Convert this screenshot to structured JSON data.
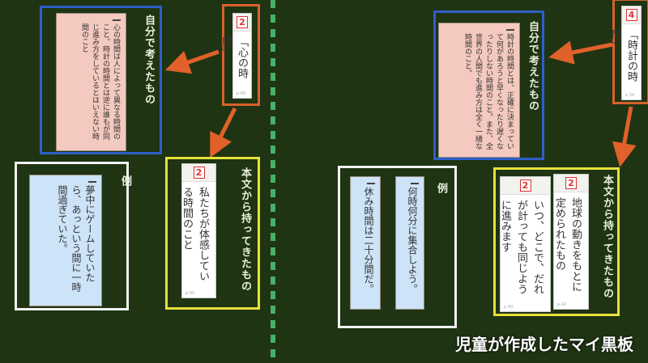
{
  "left": {
    "heading_card": {
      "number": "2",
      "title": "「心の時間」",
      "page": "p.40"
    },
    "own_thoughts": {
      "label": "自分で考えたもの",
      "text": "心の時間は人によって異なる時間のこと。時計の時間とは逆に誰もが同じ進み方をしているとはいえない時間のこと"
    },
    "example": {
      "label": "例",
      "cards": [
        "夢中にゲームしていたら、あっという間に一時間過ぎていた。"
      ]
    },
    "from_text": {
      "label": "本文から持ってきたもの",
      "cards": [
        {
          "number": "2",
          "text": "私たちが体感している時間のこと",
          "page": "p.40"
        }
      ]
    }
  },
  "right": {
    "heading_card": {
      "number": "4",
      "title": "「時計の時間」",
      "page": "p.38"
    },
    "own_thoughts": {
      "label": "自分で考えたもの",
      "text": "時計の時間とは、正確に決まっていて何があろうと早くなったり遅くなったりしない時間のこと。また、全世界の人間でも進み方は全く一緒な時間のこと。"
    },
    "example": {
      "label": "例",
      "cards": [
        "何時何分に集合しよう。",
        "休み時間は二十分間だ。"
      ]
    },
    "from_text": {
      "label": "本文から持ってきたもの",
      "cards": [
        {
          "number": "2",
          "text": "地球の動きをもとに定められたもの",
          "page": "p.40"
        },
        {
          "number": "2",
          "text": "いつ、どこで、だれが計っても同じように進みます",
          "page": "p.40"
        }
      ]
    }
  },
  "caption": "児童が作成したマイ黒板",
  "colors": {
    "board": "#1f3413",
    "own_frame": "#2f5fc8",
    "title_frame": "#d8612a",
    "text_frame": "#e6e13a",
    "example_frame": "#f2f2f2",
    "arrow": "#e0612a",
    "divider": "#47b06a"
  }
}
